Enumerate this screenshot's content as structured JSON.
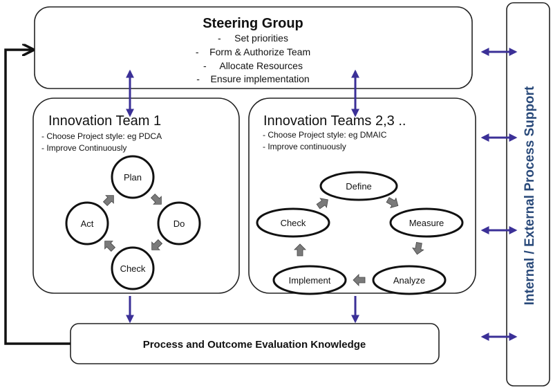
{
  "steering": {
    "title": "Steering Group",
    "items": [
      "-     Set priorities",
      "-    Form & Authorize Team",
      "-     Allocate Resources",
      "-    Ensure implementation"
    ]
  },
  "team1": {
    "title": "Innovation Team 1",
    "notes": [
      "- Choose Project style: eg PDCA",
      "- Improve Continuously"
    ],
    "cycle": [
      "Plan",
      "Do",
      "Check",
      "Act"
    ]
  },
  "team2": {
    "title": "Innovation Teams 2,3 ..",
    "notes": [
      "- Choose Project style: eg DMAIC",
      "- Improve continuously"
    ],
    "cycle": [
      "Define",
      "Measure",
      "Analyze",
      "Implement",
      "Check"
    ]
  },
  "evaluation": {
    "label": "Process and Outcome Evaluation Knowledge"
  },
  "support": {
    "label": "Internal / External Process Support"
  },
  "colors": {
    "arrow_blue": "#3b3097",
    "support_text": "#2a4a7a",
    "cycle_arrow": "#7a7a7a"
  }
}
